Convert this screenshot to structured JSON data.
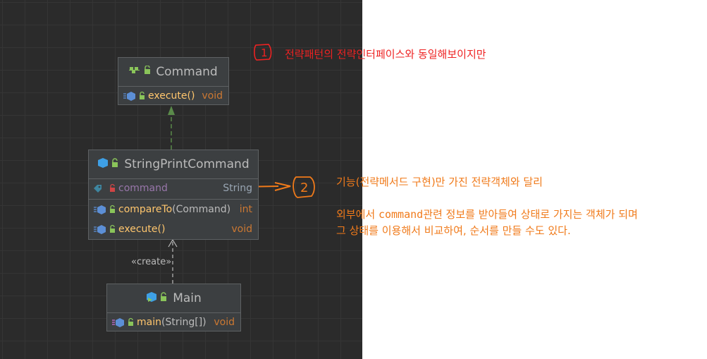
{
  "classes": {
    "command": {
      "name": "Command",
      "methods": [
        {
          "name": "execute()",
          "type": "void"
        }
      ]
    },
    "string_print_command": {
      "name": "StringPrintCommand",
      "fields": [
        {
          "name": "command",
          "type": "String"
        }
      ],
      "methods": [
        {
          "name": "compareTo",
          "params": "(Command)",
          "type": "int"
        },
        {
          "name": "execute()",
          "type": "void"
        }
      ]
    },
    "main": {
      "name": "Main",
      "methods": [
        {
          "name": "main",
          "params": "(String[])",
          "type": "void"
        }
      ]
    }
  },
  "relations": {
    "create_label": "«create»"
  },
  "annotations": {
    "marker_1": "1",
    "marker_2": "2",
    "note_1": "전략패턴의 전략인터페이스와 동일해보이지만",
    "note_2": "기능(전략메서드 구현)만 가진 전략객체와 달리",
    "note_3_pre": "외부에서 ",
    "note_3_code": "command",
    "note_3_post": "관련 정보를 받아들여 상태로 가지는 객체가 되며",
    "note_4": "그 상태를 이용해서 비교하여, 순서를 만들 수도 있다."
  },
  "colors": {
    "canvas": "#2b2b2b",
    "node": "#3c3f41",
    "method": "#ffc66d",
    "type": "#cc7832",
    "field": "#9876aa",
    "annotation_red": "#ee2222",
    "annotation_orange": "#f07a1a"
  }
}
